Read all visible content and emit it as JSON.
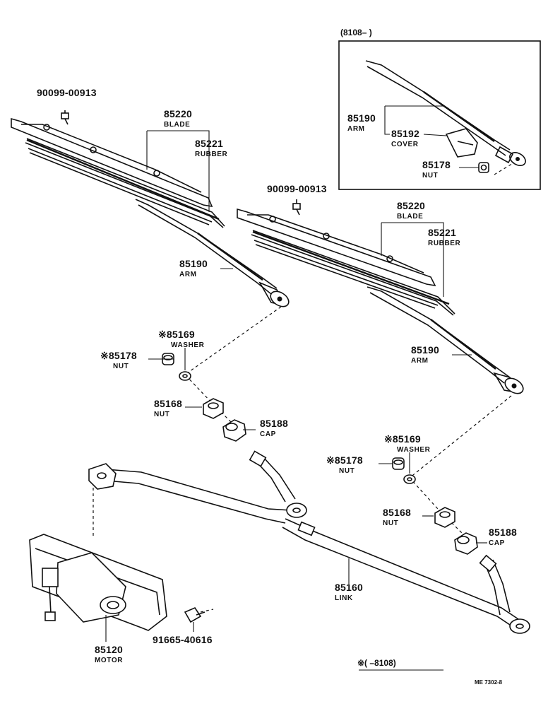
{
  "inset": {
    "header": "(8108–      )"
  },
  "footer": {
    "note": "※(      –8108)",
    "code": "ME 7302-8"
  },
  "labels": {
    "bolt_left": {
      "num": "90099-00913"
    },
    "bolt_right": {
      "num": "90099-00913"
    },
    "blade_left": {
      "num": "85220",
      "name": "BLADE"
    },
    "rubber_left": {
      "num": "85221",
      "name": "RUBBER"
    },
    "arm_left": {
      "num": "85190",
      "name": "ARM"
    },
    "blade_right": {
      "num": "85220",
      "name": "BLADE"
    },
    "rubber_right": {
      "num": "85221",
      "name": "RUBBER"
    },
    "arm_right": {
      "num": "85190",
      "name": "ARM"
    },
    "inset_arm": {
      "num": "85190",
      "name": "ARM"
    },
    "inset_cover": {
      "num": "85192",
      "name": "COVER"
    },
    "inset_nut": {
      "num": "85178",
      "name": "NUT"
    },
    "washer_left": {
      "num": "※85169",
      "name": "WASHER"
    },
    "nut_left_top": {
      "num": "※85178",
      "name": "NUT"
    },
    "nut_left": {
      "num": "85168",
      "name": "NUT"
    },
    "cap_left": {
      "num": "85188",
      "name": "CAP"
    },
    "washer_right": {
      "num": "※85169",
      "name": "WASHER"
    },
    "nut_right_top": {
      "num": "※85178",
      "name": "NUT"
    },
    "nut_right": {
      "num": "85168",
      "name": "NUT"
    },
    "cap_right": {
      "num": "85188",
      "name": "CAP"
    },
    "link": {
      "num": "85160",
      "name": "LINK"
    },
    "motor": {
      "num": "85120",
      "name": "MOTOR"
    },
    "screw": {
      "num": "91665-40616"
    }
  }
}
